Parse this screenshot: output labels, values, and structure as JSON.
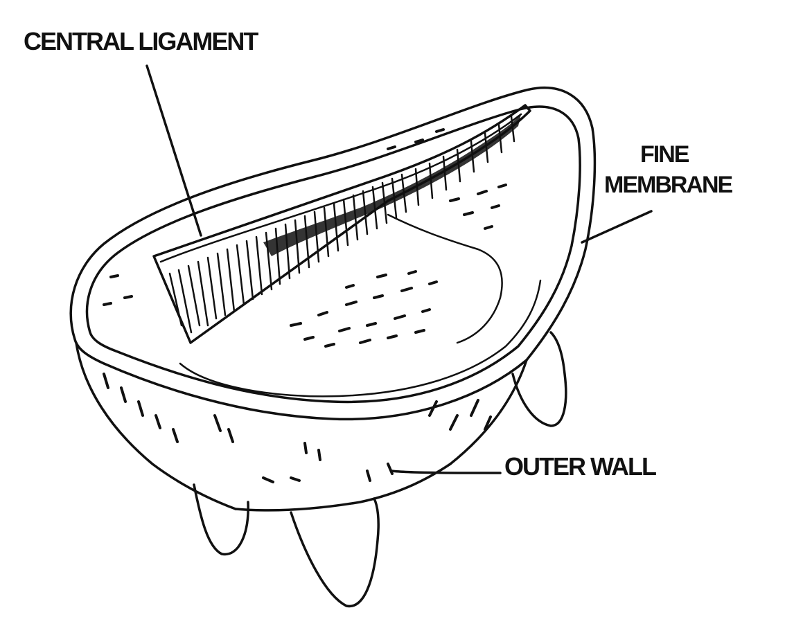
{
  "labels": {
    "central_ligament": "CENTRAL LIGAMENT",
    "fine_membrane_line1": "FINE",
    "fine_membrane_line2": "MEMBRANE",
    "outer_wall": "OUTER WALL"
  },
  "colors": {
    "ink": "#111111",
    "background": "#ffffff"
  }
}
